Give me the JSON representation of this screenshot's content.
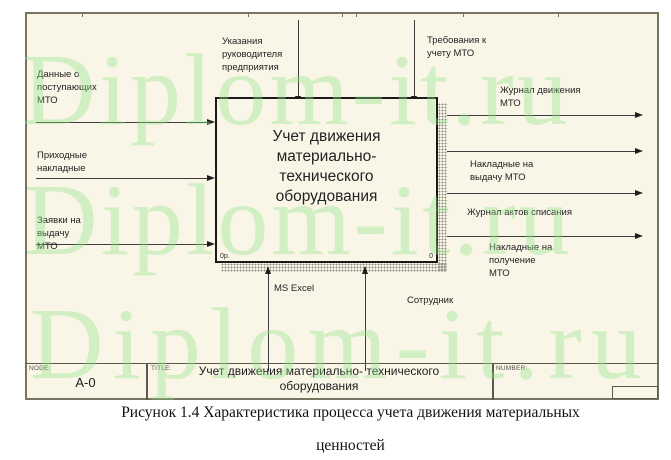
{
  "watermark": {
    "text": "Diplom-it.ru",
    "color": "#9ae688"
  },
  "frame": {
    "background": "#f9f6e8",
    "node_label": "NODE:",
    "node_value": "A-0",
    "title_label": "TITLE:",
    "title_lines": [
      "Учет движения материально- технического",
      "оборудования"
    ],
    "number_label": "NUMBER:"
  },
  "box": {
    "lines": [
      "Учет движения",
      "материально-",
      "технического",
      "оборудования"
    ],
    "cost_tag": "0р.",
    "node_tag": "0"
  },
  "inputs": [
    {
      "lines": [
        "Данные о",
        "поступающих",
        "МТО"
      ]
    },
    {
      "lines": [
        "Приходные",
        "накладные"
      ]
    },
    {
      "lines": [
        "Заявки на",
        "выдачу",
        "МТО"
      ]
    }
  ],
  "controls": [
    {
      "lines": [
        "Указания",
        "руководителя",
        "предприятия"
      ]
    },
    {
      "lines": [
        "Требования к",
        "учету МТО"
      ]
    }
  ],
  "outputs": [
    {
      "lines": [
        "Журнал движения",
        "МТО"
      ]
    },
    {
      "lines": [
        "Накладные на",
        "выдачу МТО"
      ]
    },
    {
      "lines": [
        "Журнал актов списания"
      ]
    },
    {
      "lines": [
        "Накладные на",
        "получение",
        "МТО"
      ]
    }
  ],
  "mechanisms": [
    {
      "label": "MS Excel"
    },
    {
      "label": "Сотрудник"
    }
  ],
  "caption": {
    "lines": [
      "Рисунок 1.4 Характеристика процесса учета движения материальных",
      "ценностей"
    ]
  }
}
